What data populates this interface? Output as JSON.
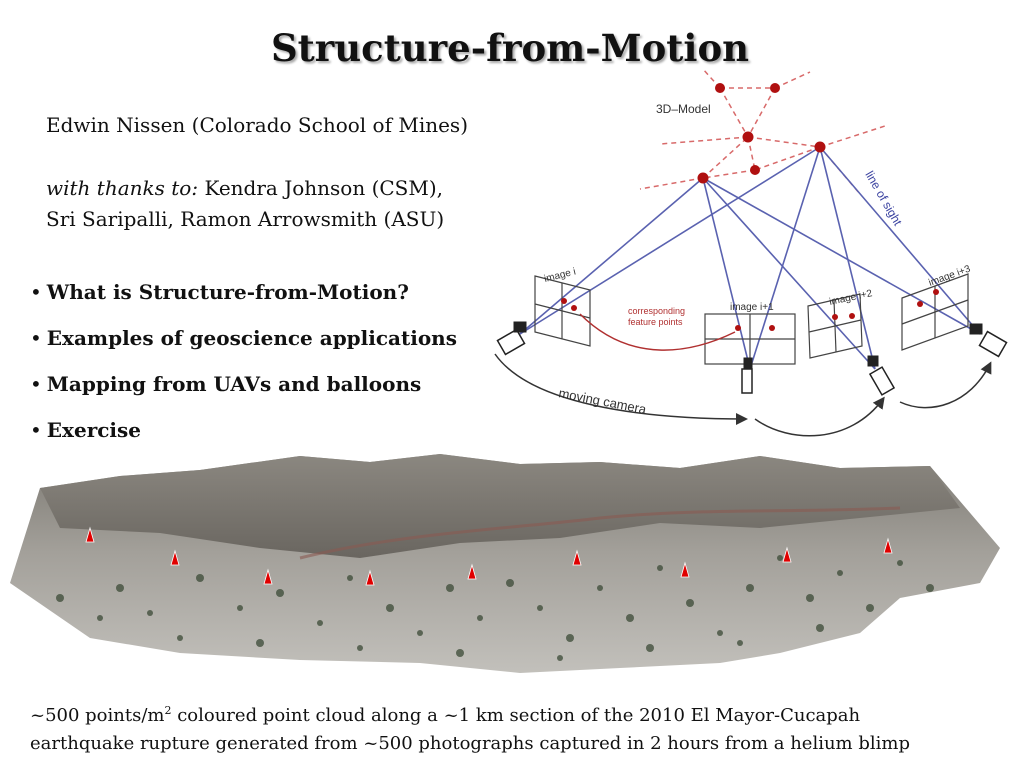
{
  "slide": {
    "title": "Structure-from-Motion",
    "author": "Edwin Nissen (Colorado School of Mines)",
    "thanks_label": "with thanks to:",
    "thanks_line1": "Kendra Johnson (CSM),",
    "thanks_line2": "Sri Saripalli, Ramon Arrowsmith (ASU)",
    "bullets": [
      "What is Structure-from-Motion?",
      "Examples of geoscience applications",
      "Mapping from UAVs and balloons",
      "Exercise"
    ],
    "caption_part1": "~500 points/m",
    "caption_sup": "2",
    "caption_part2": " coloured point cloud along a ~1 km section of the 2010 El Mayor-Cucapah",
    "caption_line2": "earthquake rupture generated from ~500 photographs captured in 2 hours from a helium blimp"
  },
  "diagram": {
    "model_label": "3D–Model",
    "line_of_sight_label": "line of sight",
    "image_labels": [
      "image i",
      "image i+1",
      "image i+2",
      "image i+3"
    ],
    "corresponding_label_1": "corresponding",
    "corresponding_label_2": "feature points",
    "moving_camera_label": "moving camera"
  },
  "colors": {
    "model_point": "#b01010",
    "ray": "#5a62b0",
    "dashed_link": "#d86a6a",
    "marker": "#e00000"
  }
}
